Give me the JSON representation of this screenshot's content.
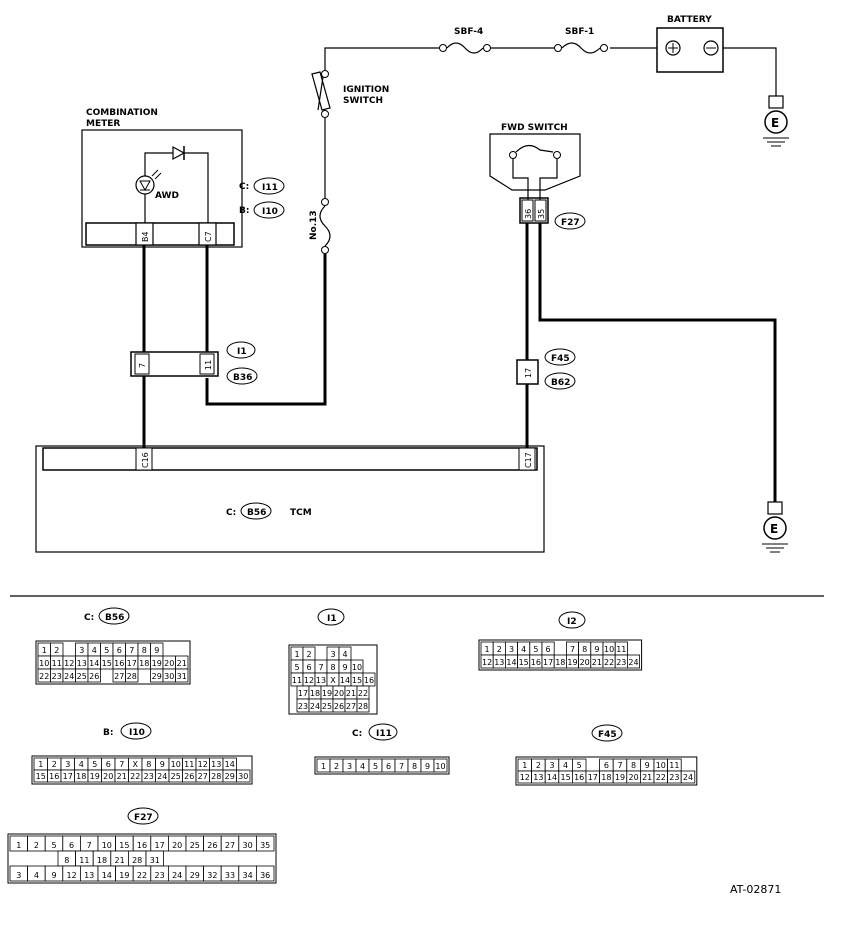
{
  "components": {
    "combination_meter": "COMBINATION\nMETER",
    "awd": "AWD",
    "ignition_switch": "IGNITION\nSWITCH",
    "sbf4": "SBF-4",
    "sbf1": "SBF-1",
    "battery": "BATTERY",
    "fwd_switch": "FWD SWITCH",
    "fuse_no13": "No.13",
    "tcm": "TCM",
    "ground": "E"
  },
  "terminals": {
    "meter_b4": "B4",
    "meter_c7": "C7",
    "i1_7": "7",
    "i1_11": "11",
    "f27_36": "36",
    "f27_35": "35",
    "f45_17": "17",
    "tcm_c16": "C16",
    "tcm_c17": "C17"
  },
  "connector_tags": {
    "c_prefix": "C:",
    "b_prefix": "B:",
    "i11": "I11",
    "i10": "I10",
    "f27": "F27",
    "i1": "I1",
    "b36": "B36",
    "f45": "F45",
    "b62": "B62",
    "b56": "B56",
    "i2": "I2"
  },
  "connector_views": {
    "b56": {
      "rows": [
        [
          "1",
          "2",
          "",
          "3",
          "4",
          "5",
          "6",
          "7",
          "8",
          "9"
        ],
        [
          "10",
          "11",
          "12",
          "13",
          "14",
          "15",
          "16",
          "17",
          "18",
          "19",
          "20",
          "21"
        ],
        [
          "22",
          "23",
          "24",
          "25",
          "26",
          "",
          "27",
          "28",
          "",
          "29",
          "30",
          "31"
        ]
      ]
    },
    "i1": {
      "rows": [
        [
          "1",
          "2",
          "",
          "3",
          "4"
        ],
        [
          "5",
          "6",
          "7",
          "8",
          "9",
          "10"
        ],
        [
          "11",
          "12",
          "13",
          "X",
          "14",
          "15",
          "16"
        ],
        [
          "17",
          "18",
          "19",
          "20",
          "21",
          "22"
        ],
        [
          "23",
          "24",
          "25",
          "26",
          "27",
          "28"
        ]
      ]
    },
    "i2": {
      "rows": [
        [
          "1",
          "2",
          "3",
          "4",
          "5",
          "6",
          "",
          "7",
          "8",
          "9",
          "10",
          "11"
        ],
        [
          "12",
          "13",
          "14",
          "15",
          "16",
          "17",
          "18",
          "19",
          "20",
          "21",
          "22",
          "23",
          "24"
        ]
      ]
    },
    "i10": {
      "rows": [
        [
          "1",
          "2",
          "3",
          "4",
          "5",
          "6",
          "7",
          "X",
          "8",
          "9",
          "10",
          "11",
          "12",
          "13",
          "14"
        ],
        [
          "15",
          "16",
          "17",
          "18",
          "19",
          "20",
          "21",
          "22",
          "23",
          "24",
          "25",
          "26",
          "27",
          "28",
          "29",
          "30"
        ]
      ]
    },
    "i11": {
      "rows": [
        [
          "1",
          "2",
          "3",
          "4",
          "5",
          "6",
          "7",
          "8",
          "9",
          "10"
        ]
      ]
    },
    "f45": {
      "rows": [
        [
          "1",
          "2",
          "3",
          "4",
          "5",
          "",
          "6",
          "7",
          "8",
          "9",
          "10",
          "11"
        ],
        [
          "12",
          "13",
          "14",
          "15",
          "16",
          "17",
          "18",
          "19",
          "20",
          "21",
          "22",
          "23",
          "24"
        ]
      ]
    },
    "f27": {
      "rows": [
        [
          "1",
          "2",
          "5",
          "6",
          "7",
          "10",
          "15",
          "16",
          "17",
          "20",
          "25",
          "26",
          "27",
          "30",
          "35"
        ],
        [
          "8",
          "11",
          "18",
          "21",
          "28",
          "31"
        ],
        [
          "3",
          "4",
          "9",
          "12",
          "13",
          "14",
          "19",
          "22",
          "23",
          "24",
          "29",
          "32",
          "33",
          "34",
          "36"
        ]
      ]
    }
  },
  "figure_code": "AT-02871"
}
